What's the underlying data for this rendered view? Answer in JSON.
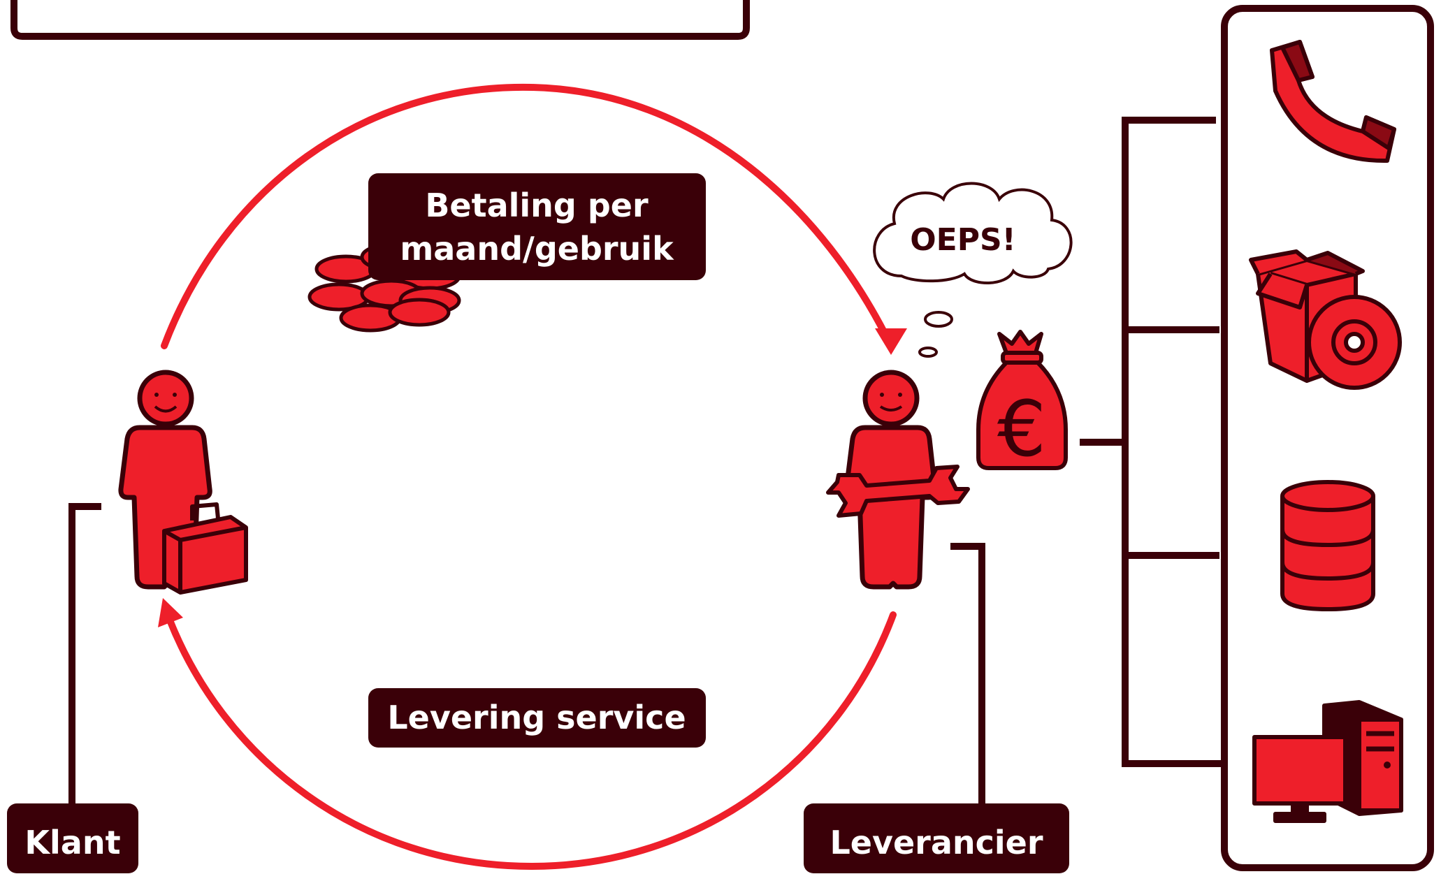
{
  "colors": {
    "red": "#ee1f2a",
    "dark": "#3a0008",
    "darkRed": "#8a0a14",
    "white": "#ffffff"
  },
  "labels": {
    "payment_line1": "Betaling per",
    "payment_line2": "maand/gebruik",
    "delivery": "Levering service",
    "customer": "Klant",
    "supplier": "Leverancier",
    "thought": "OEPS!"
  },
  "icons": {
    "customer_person": "person-with-briefcase-icon",
    "supplier_person": "person-with-wrench-icon",
    "coins": "coins-stack-icon",
    "money_bag": "euro-money-bag-icon",
    "telephone": "telephone-handset-icon",
    "software": "software-box-cd-icon",
    "database": "database-icon",
    "computer": "desktop-computer-icon"
  },
  "currency_symbol": "€"
}
